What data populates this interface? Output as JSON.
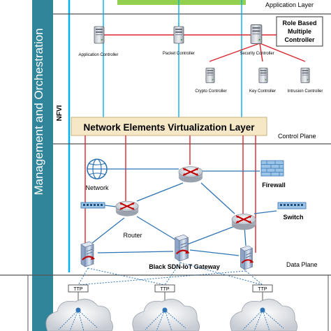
{
  "management_label": "Management and Orchestration",
  "nfvi_label": "NFVI",
  "layers": {
    "application": "Application Layer",
    "control": "Control  Plane",
    "data": "Data Plane"
  },
  "role_box": {
    "line1": "Role Based",
    "line2": "Multiple",
    "line3": "Controller"
  },
  "controllers": {
    "application": "Application Controller",
    "packet": "Packet Controller",
    "security": "Security Controller",
    "crypto": "Crypto Controller",
    "key": "Key Controller",
    "intrusion": "Intrusion Controller"
  },
  "virtualization_layer": "Network Elements Virtualization Layer",
  "data_plane": {
    "network": "Network",
    "firewall": "Firewall",
    "router": "Router",
    "switch": "Switch",
    "gateway": "Black SDN-IoT Gateway"
  },
  "ttp_label": "TTP",
  "colors": {
    "orchestration_bar": "#31859b",
    "nfvi_line": "#00b0f0",
    "red_link": "#d9262e",
    "blue_link": "#2e74b5",
    "virt_layer_fill": "#f6e7c6",
    "app_bar": "#92d050",
    "router_red": "#c00000"
  }
}
